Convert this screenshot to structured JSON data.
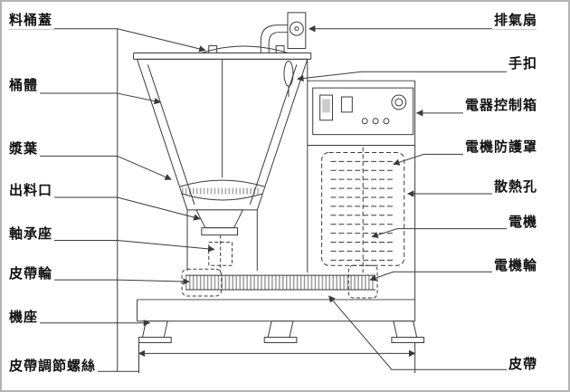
{
  "diagram": {
    "machine_name": "mixer-machine-diagram",
    "left_labels": [
      "料桶蓋",
      "桶體",
      "漿葉",
      "出料口",
      "軸承座",
      "皮帶輪",
      "機座",
      "皮帶調節螺絲"
    ],
    "right_labels": [
      "排氣扇",
      "手扣",
      "電器控制箱",
      "電機防護罩",
      "散熱孔",
      "電機",
      "電機輪",
      "皮帶"
    ],
    "colors": {
      "line": "#3a3a3a",
      "background": "#ffffff",
      "border": "#b3b3b3",
      "text": "#111111"
    }
  }
}
